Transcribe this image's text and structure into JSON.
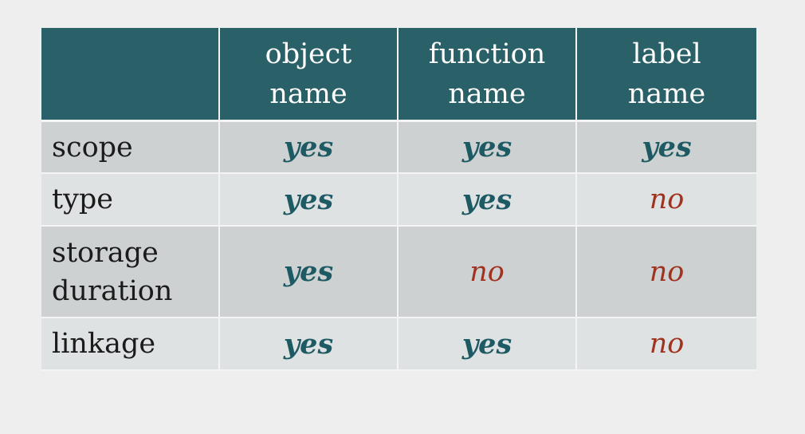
{
  "table": {
    "header": {
      "corner": "",
      "columns": [
        [
          "object",
          "name"
        ],
        [
          "function",
          "name"
        ],
        [
          "label",
          "name"
        ]
      ]
    },
    "rows": [
      {
        "label": [
          "scope"
        ],
        "values": [
          "yes",
          "yes",
          "yes"
        ]
      },
      {
        "label": [
          "type"
        ],
        "values": [
          "yes",
          "yes",
          "no"
        ]
      },
      {
        "label": [
          "storage",
          "duration"
        ],
        "values": [
          "yes",
          "no",
          "no"
        ]
      },
      {
        "label": [
          "linkage"
        ],
        "values": [
          "yes",
          "yes",
          "no"
        ]
      }
    ]
  },
  "colors": {
    "header_background": "#2a6068",
    "yes_text": "#1e5a63",
    "no_text": "#a0321e",
    "row_dark": "#cdd1d2",
    "row_light": "#dfe2e3"
  }
}
